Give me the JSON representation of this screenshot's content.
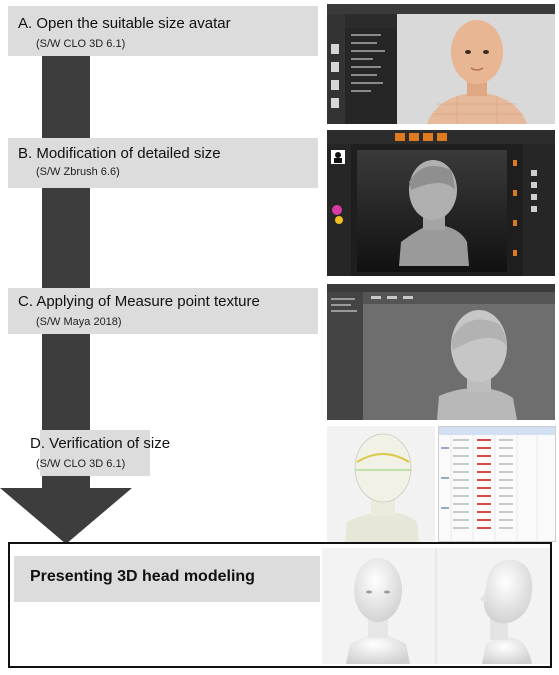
{
  "steps": [
    {
      "title": "A. Open the suitable size  avatar",
      "software": "(S/W CLO 3D 6.1)"
    },
    {
      "title": "B. Modification of detailed size",
      "software": "(S/W Zbrush 6.6)"
    },
    {
      "title": "C. Applying of Measure point texture",
      "software": "(S/W Maya 2018)"
    },
    {
      "title": "D. Verification of size",
      "software": "(S/W CLO 3D 6.1)"
    }
  ],
  "final": {
    "title": "Presenting 3D head modeling"
  },
  "colors": {
    "arrow": "#3d3d3d",
    "label_box": "#dcdcdc"
  }
}
